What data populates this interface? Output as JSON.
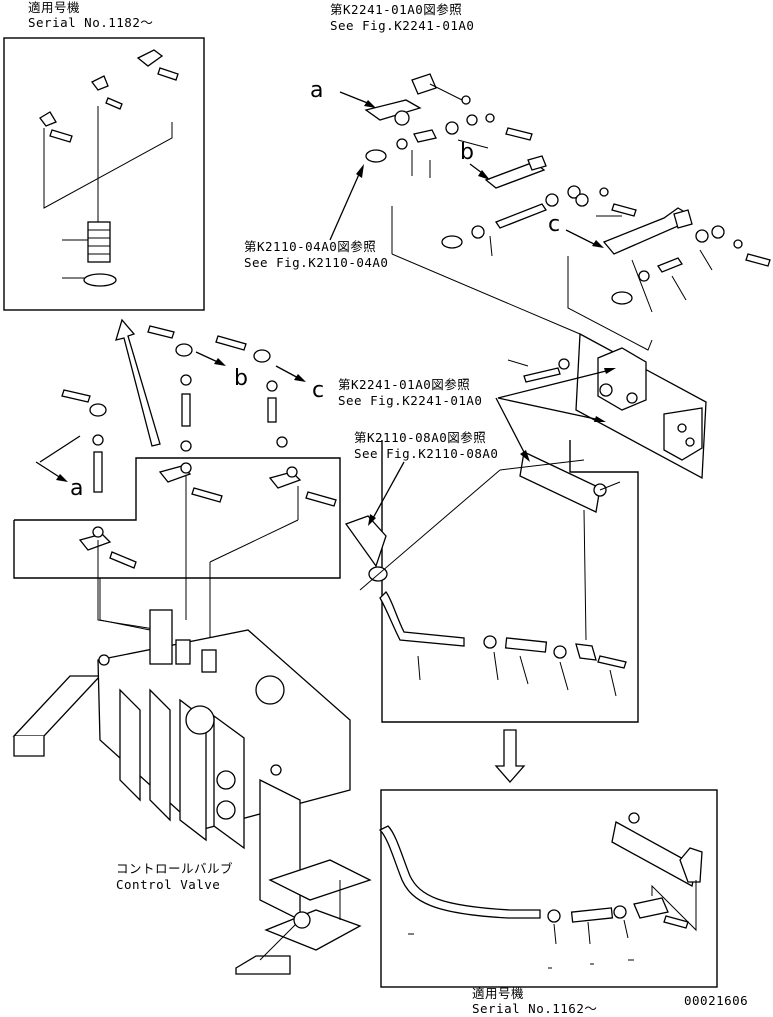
{
  "top_left_inset": {
    "title_jp": "適用号機",
    "serial": "Serial No.1182～"
  },
  "top_ref": {
    "jp": "第K2241-01A0図参照",
    "en": "See Fig.K2241-01A0"
  },
  "mid_ref1": {
    "jp": "第K2110-04A0図参照",
    "en": "See Fig.K2110-04A0"
  },
  "mid_ref2": {
    "jp": "第K2241-01A0図参照",
    "en": "See Fig.K2241-01A0"
  },
  "mid_ref3": {
    "jp": "第K2110-08A0図参照",
    "en": "See Fig.K2110-08A0"
  },
  "control_valve": {
    "jp": "コントロールバルブ",
    "en": "Control Valve"
  },
  "bottom_inset": {
    "title_jp": "適用号機",
    "serial": "Serial No.1162～"
  },
  "labels": {
    "a": "a",
    "b": "b",
    "c": "c"
  },
  "drawing_number": "00021606"
}
